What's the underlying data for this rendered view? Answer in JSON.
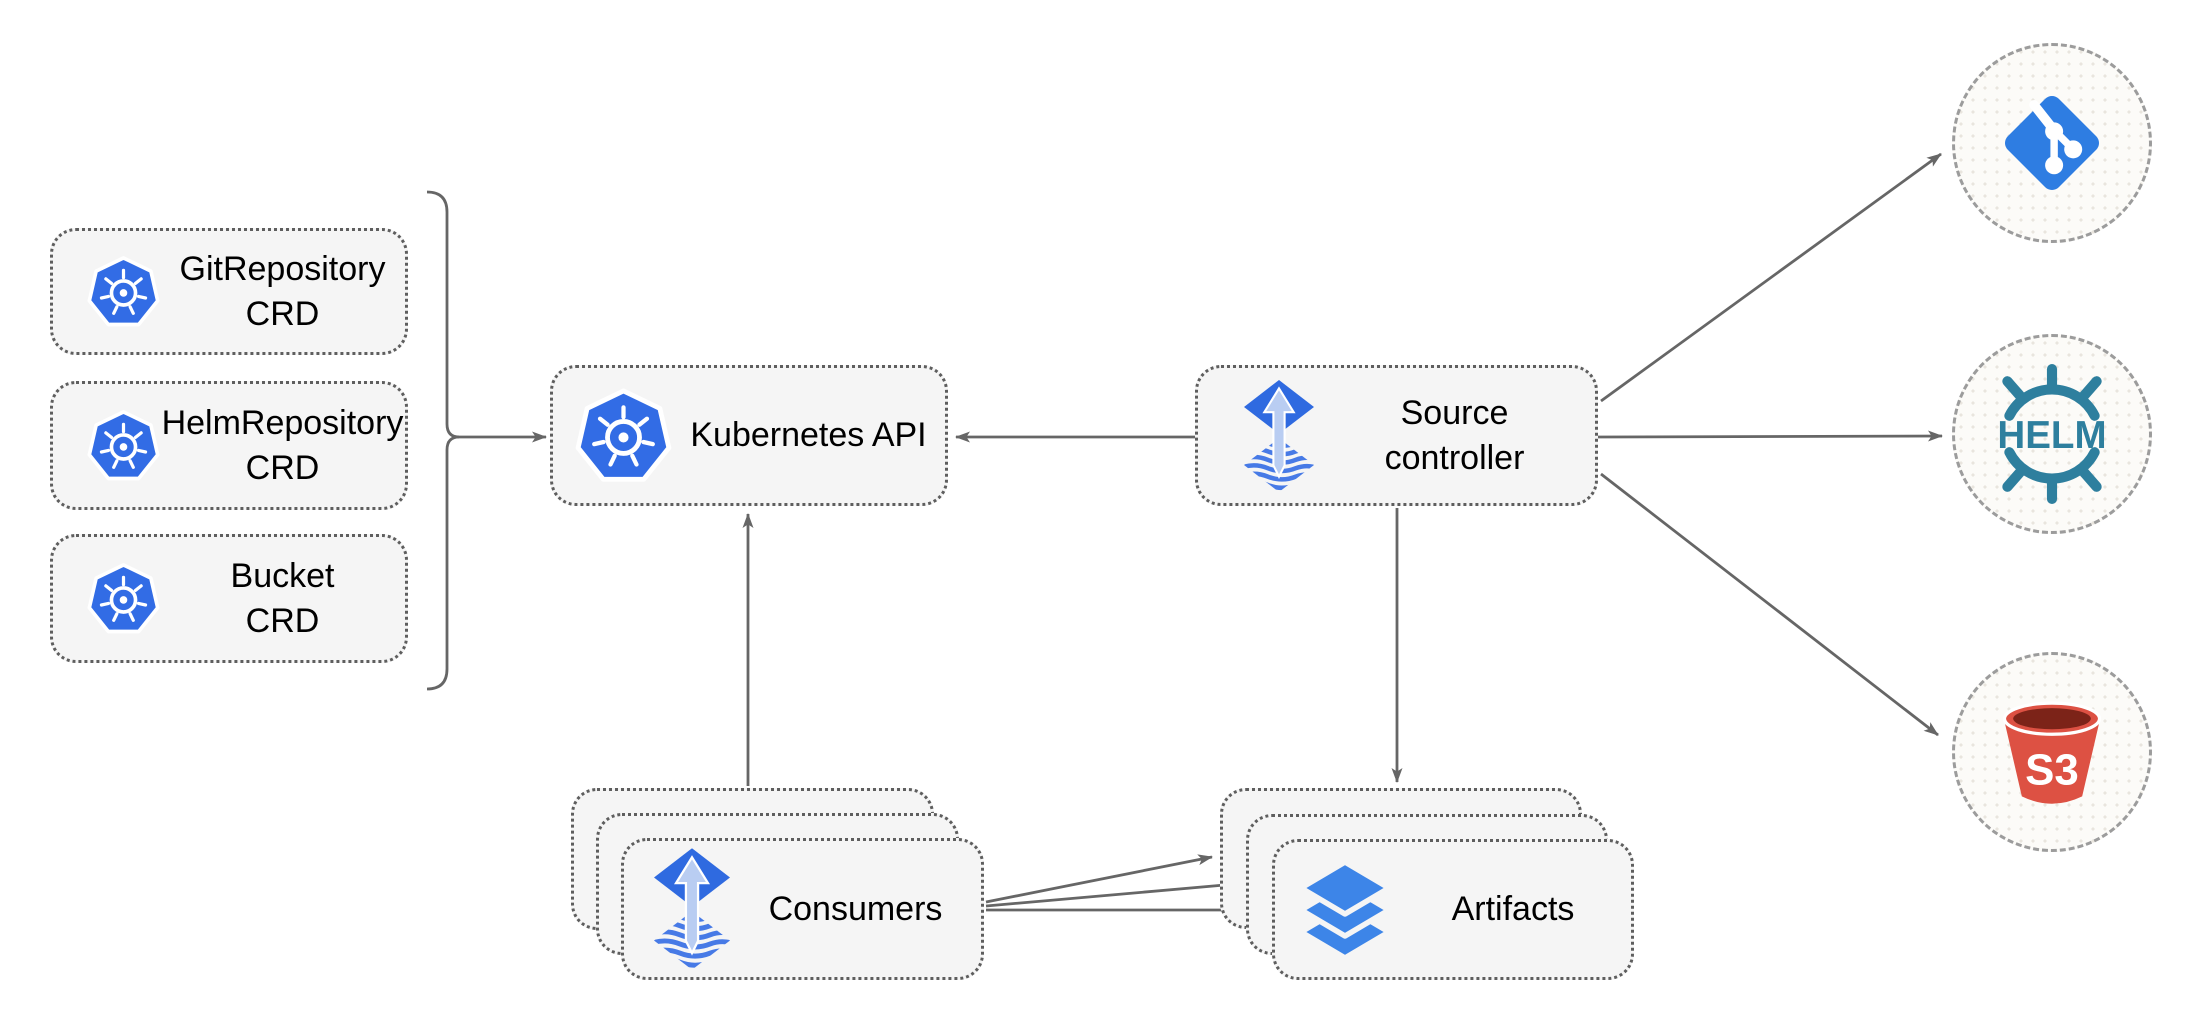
{
  "diagram": {
    "crd_boxes": [
      {
        "label": "GitRepository\nCRD"
      },
      {
        "label": "HelmRepository\nCRD"
      },
      {
        "label": "Bucket\nCRD"
      }
    ],
    "kubernetes_api": {
      "label": "Kubernetes API"
    },
    "source_controller": {
      "label": "Source\ncontroller"
    },
    "consumers": {
      "label": "Consumers"
    },
    "artifacts": {
      "label": "Artifacts"
    },
    "external_sources": {
      "helm_text": "HELM",
      "s3_text": "S3"
    },
    "icons": [
      "kubernetes-icon",
      "flux-icon",
      "layers-icon",
      "git-icon",
      "helm-icon",
      "s3-bucket-icon"
    ],
    "colors": {
      "kubernetes_blue": "#326ce5",
      "flux_blue": "#2f6ae0",
      "flux_arrow_light": "#b9cdf2",
      "flux_wave_blue": "#477ae6",
      "git_blue": "#2e7de2",
      "helm_teal": "#2e7f9e",
      "s3_red": "#dd5143",
      "s3_dark_red": "#7c2318",
      "layers_blue": "#3d85e8",
      "edge_gray": "#666666",
      "node_fill": "#f5f5f5",
      "node_border": "#5e5e5e",
      "circle_border": "#9c9c9c"
    }
  }
}
